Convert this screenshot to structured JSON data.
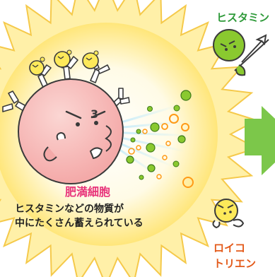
{
  "mast_cell": {
    "name": "肥満細胞",
    "description_lines": [
      "ヒスタミンなどの物質が",
      "中にたくさん蓄えられている"
    ],
    "mark": "3"
  },
  "histamine": {
    "label": "ヒスタミン"
  },
  "leukotriene": {
    "label_lines": [
      "ロイコ",
      "トリエン"
    ]
  },
  "colors": {
    "sun_outer": "#ffe873",
    "sun_inner": "#fffbe6",
    "cell_body": "#f6b7b6",
    "histamine_green": "#8ac92f",
    "granule_orange": "#ffa42a",
    "leukotriene_yellow": "#fde95a",
    "arrow_green": "#7cc74a"
  }
}
